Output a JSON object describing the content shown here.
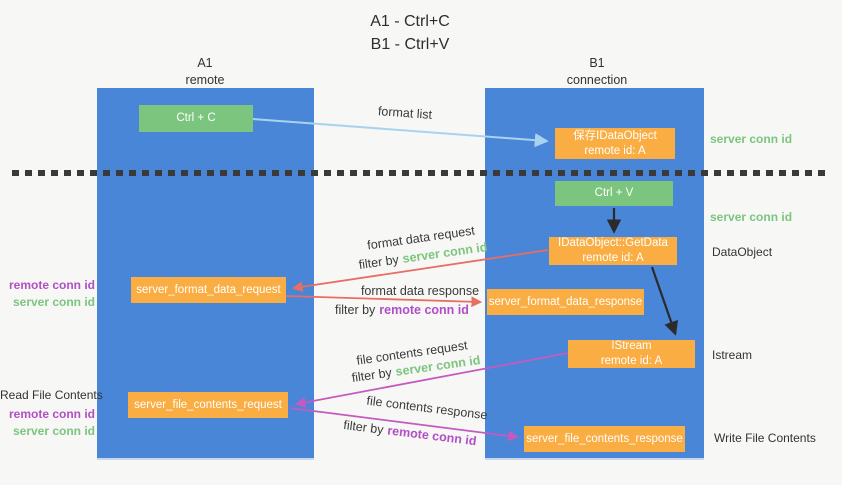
{
  "title": {
    "line1": "A1 - Ctrl+C",
    "line2": "B1 - Ctrl+V"
  },
  "lanes": {
    "left": {
      "title": "A1",
      "subtitle": "remote"
    },
    "right": {
      "title": "B1",
      "subtitle": "connection"
    }
  },
  "nodes": {
    "ctrl_c": {
      "label": "Ctrl + C"
    },
    "ctrl_v": {
      "label": "Ctrl + V"
    },
    "save_dataobject": {
      "line1": "保存IDataObject",
      "line2": "remote id: A"
    },
    "getdata": {
      "line1": "IDataObject::GetData",
      "line2": "remote id: A"
    },
    "istream": {
      "line1": "IStream",
      "line2": "remote id: A"
    },
    "format_request": {
      "label": "server_format_data_request"
    },
    "format_response": {
      "label": "server_format_data_response"
    },
    "file_request": {
      "label": "server_file_contents_request"
    },
    "file_response": {
      "label": "server_file_contents_response"
    }
  },
  "side_labels": {
    "right_server_conn_top": "server conn id",
    "right_server_conn_mid": "server conn id",
    "right_dataobject": "DataObject",
    "right_istream": "Istream",
    "right_write_file": "Write File Contents",
    "left_remote_conn_1": "remote conn id",
    "left_server_conn_1": "server conn id",
    "left_read_file": "Read File Contents",
    "left_remote_conn_2": "remote conn id",
    "left_server_conn_2": "server conn id"
  },
  "arrows": {
    "format_list": {
      "label": "format list"
    },
    "format_data_request": {
      "label": "format data request",
      "filter_prefix": "filter by",
      "filter_key": "server conn id"
    },
    "format_data_response": {
      "label": "format data response",
      "filter_prefix": "filter by",
      "filter_key": "remote conn id"
    },
    "file_contents_request": {
      "label": "file contents request",
      "filter_prefix": "filter by",
      "filter_key": "server conn id"
    },
    "file_contents_response": {
      "label": "file contents response",
      "filter_prefix": "filter by",
      "filter_key": "remote conn id"
    }
  },
  "colors": {
    "lane_blue": "#4a86d8",
    "node_green": "#7cc57e",
    "node_orange": "#f9ad42",
    "arrow_red": "#e86d62",
    "arrow_purple": "#c45ac0",
    "arrow_lightblue": "#a8d3f0",
    "arrow_black": "#2b2b2b",
    "text_green": "#7cc57e",
    "text_purple": "#b14fc6"
  }
}
